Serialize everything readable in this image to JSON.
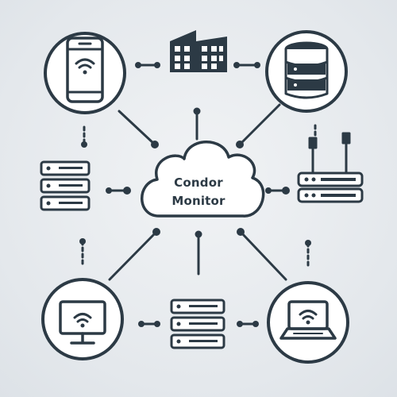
{
  "hub": {
    "line1": "Condor",
    "line2": "Monitor"
  },
  "colors": {
    "stroke": "#2c3a45",
    "fill": "#ffffff",
    "background": "#e6eaee"
  },
  "nodes": [
    {
      "name": "smartphone-icon",
      "position": "top-left"
    },
    {
      "name": "office-building-icon",
      "position": "top"
    },
    {
      "name": "database-icon",
      "position": "top-right"
    },
    {
      "name": "server-rack-icon",
      "position": "left"
    },
    {
      "name": "wifi-router-icon",
      "position": "right"
    },
    {
      "name": "desktop-monitor-icon",
      "position": "bottom-left"
    },
    {
      "name": "server-rack-icon",
      "position": "bottom"
    },
    {
      "name": "laptop-icon",
      "position": "bottom-right"
    }
  ]
}
